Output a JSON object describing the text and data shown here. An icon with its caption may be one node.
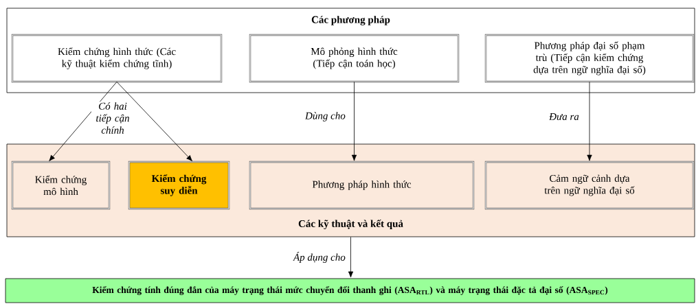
{
  "diagram": {
    "nodes": [
      {
        "text": [
          "Các phương pháp"
        ]
      },
      {
        "text": [
          "Kiểm chứng hình thức (Các kỹ thuật kiểm chứng tĩnh)"
        ],
        "in": 0
      },
      {
        "text": [
          "Mô phỏng hình thức (Tiếp cận toán học)"
        ],
        "in": 0
      },
      {
        "text": [
          "Phương pháp đại số phạm trù (Tiếp cận kiểm chứng dựa trên ngữ nghĩa đại số)"
        ],
        "in": 0
      },
      {
        "text": [
          "Các kỹ thuật và kết quả"
        ]
      },
      {
        "text": [
          "Kiểm chứng mô hình"
        ],
        "in": 4
      },
      {
        "text": [
          "Kiểm chứng suy diễn"
        ],
        "in": 4
      },
      {
        "text": [
          "Phương pháp hình thức"
        ],
        "in": 4
      },
      {
        "text": [
          "Cảm ngữ cảnh dựa trên ngữ nghĩa đại số"
        ],
        "in": 4
      },
      {
        "text": [
          "Kiểm chứng tính đúng đắn của máy trạng thái mức chuyển đổi thanh ghi (ASA$_{RTL}$) và máy trạng thái đặc tả đại số (ASA$_{SPEC}$)"
        ]
      }
    ],
    "edges": [
      {
        "from": 1,
        "to": 5,
        "arrow": "to",
        "label": "Có hai tiếp cận chính"
      },
      {
        "from": 1,
        "to": 6,
        "arrow": "to"
      },
      {
        "from": 2,
        "to": 7,
        "arrow": "to",
        "label": "Dùng cho"
      },
      {
        "from": 3,
        "to": 8,
        "arrow": "to",
        "label": "Đưa ra"
      },
      {
        "from": 4,
        "to": 9,
        "arrow": "to",
        "label": "Áp dụng cho"
      }
    ]
  }
}
